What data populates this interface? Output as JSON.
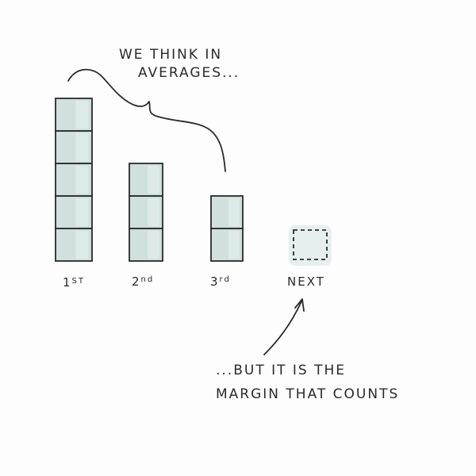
{
  "top_caption": {
    "line1": "WE THINK IN",
    "line2": "AVERAGES..."
  },
  "bottom_caption": {
    "line1": "...BUT IT IS THE",
    "line2": "MARGIN THAT COUNTS"
  },
  "columns": [
    {
      "id": "first",
      "number": "1",
      "suffix": "ST",
      "blocks": 5,
      "dashed": false
    },
    {
      "id": "second",
      "number": "2",
      "suffix": "nd",
      "blocks": 3,
      "dashed": false
    },
    {
      "id": "third",
      "number": "3",
      "suffix": "rd",
      "blocks": 2,
      "dashed": false
    },
    {
      "id": "next",
      "number": "NEXT",
      "suffix": "",
      "blocks": 1,
      "dashed": true
    }
  ],
  "colors": {
    "block_fill": "#cfe0dd",
    "block_fill_light": "#e3eeec",
    "ink": "#2a2a2a",
    "dashed_glow": "#e6efee"
  },
  "icons": {
    "brace": "curly-brace-icon",
    "arrow": "curved-arrow-icon"
  }
}
